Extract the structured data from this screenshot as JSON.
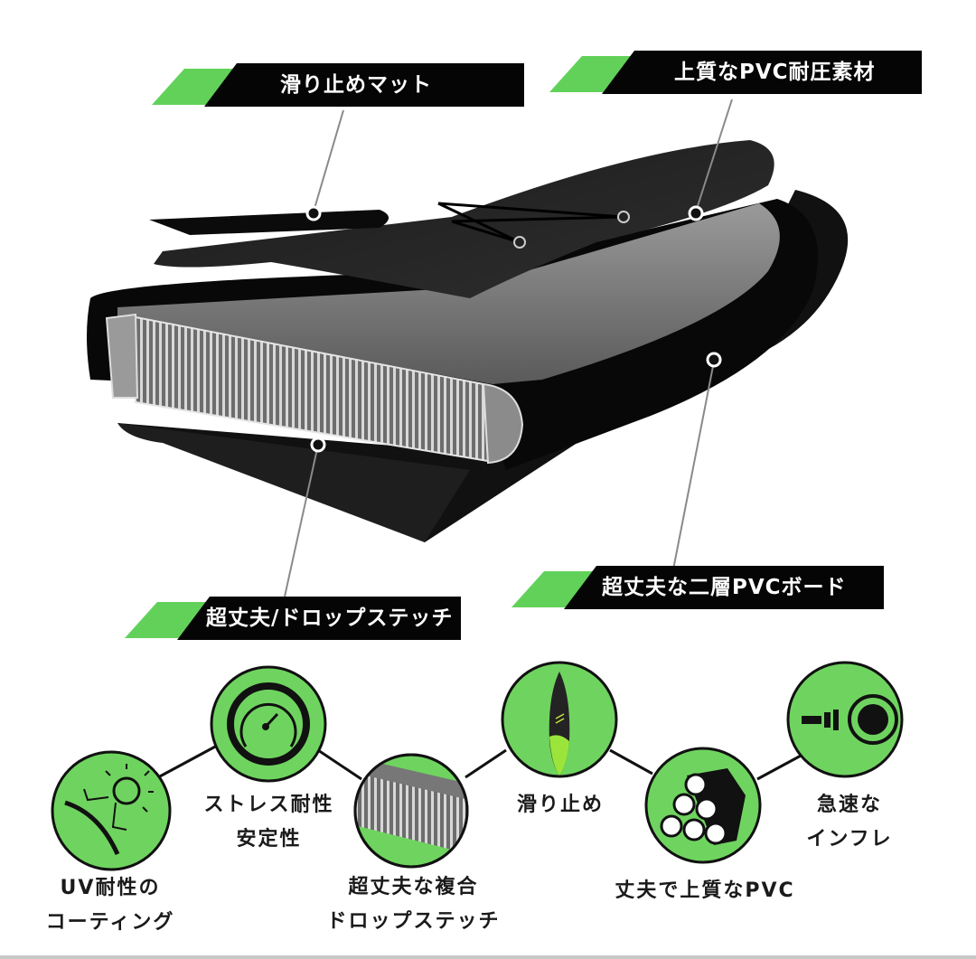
{
  "callouts": [
    {
      "id": "anti-slip-mat",
      "label": "滑り止めマット"
    },
    {
      "id": "pvc-material",
      "label": "上質なPVC耐圧素材"
    },
    {
      "id": "drop-stitch",
      "label": "超丈夫/ドロップステッチ"
    },
    {
      "id": "double-layer-pvc",
      "label": "超丈夫な二層PVCボード"
    }
  ],
  "features": [
    {
      "id": "uv-coating",
      "icon": "sun-uv-icon",
      "line1": "UV耐性の",
      "line2": "コーティング"
    },
    {
      "id": "stress-resistance",
      "icon": "pressure-gauge-icon",
      "line1": "ストレス耐性",
      "line2": "安定性"
    },
    {
      "id": "composite-drop-stitch",
      "icon": "drop-stitch-texture-icon",
      "line1": "超丈夫な複合",
      "line2": "ドロップステッチ"
    },
    {
      "id": "anti-slip",
      "icon": "paddle-board-icon",
      "line1": "滑り止め",
      "line2": ""
    },
    {
      "id": "durable-pvc",
      "icon": "pvc-rolls-icon",
      "line1": "丈夫で上質なPVC",
      "line2": ""
    },
    {
      "id": "fast-inflate",
      "icon": "inflation-valve-icon",
      "line1": "急速な",
      "line2": "インフレ"
    }
  ],
  "colors": {
    "accent_green": "#62d15a",
    "banner_black": "#050505",
    "icon_green": "#6fd45f"
  }
}
